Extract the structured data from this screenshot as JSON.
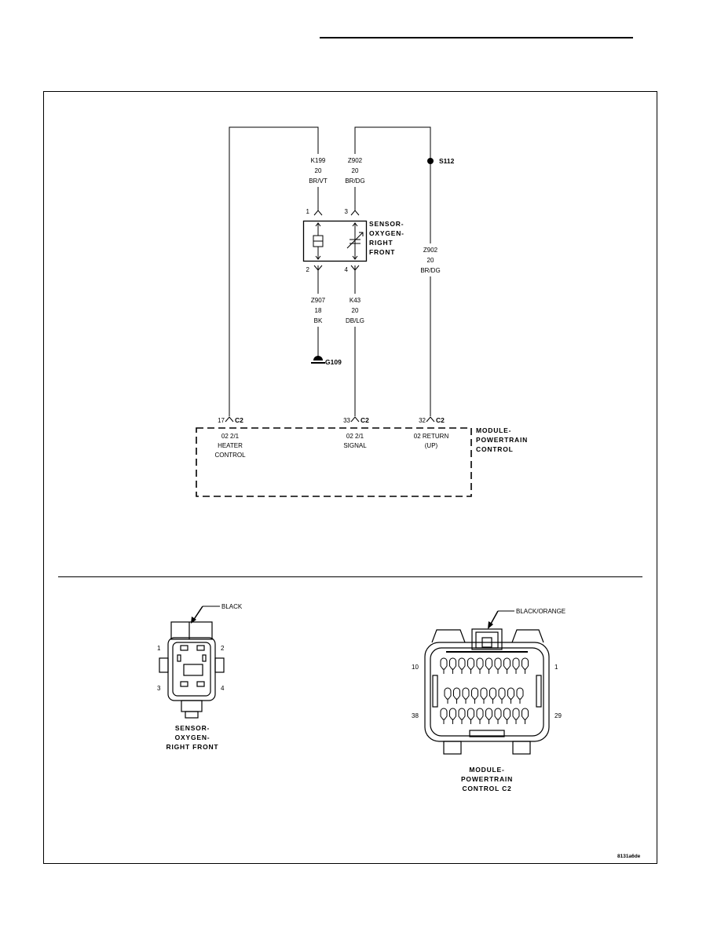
{
  "wires": {
    "k199": {
      "circuit": "K199",
      "gauge": "20",
      "color": "BR/VT"
    },
    "z902_top": {
      "circuit": "Z902",
      "gauge": "20",
      "color": "BR/DG"
    },
    "z902_right": {
      "circuit": "Z902",
      "gauge": "20",
      "color": "BR/DG"
    },
    "z907": {
      "circuit": "Z907",
      "gauge": "18",
      "color": "BK"
    },
    "k43": {
      "circuit": "K43",
      "gauge": "20",
      "color": "DB/LG"
    }
  },
  "splice": "S112",
  "ground": "G109",
  "sensor": {
    "label_lines": [
      "SENSOR-",
      "OXYGEN-",
      "RIGHT",
      "FRONT"
    ],
    "pins": [
      "1",
      "3",
      "2",
      "4"
    ]
  },
  "pcm": {
    "label_lines": [
      "MODULE-",
      "POWERTRAIN",
      "CONTROL"
    ],
    "terminals": [
      {
        "pin": "17",
        "connector": "C2",
        "desc": [
          "02 2/1",
          "HEATER",
          "CONTROL"
        ]
      },
      {
        "pin": "33",
        "connector": "C2",
        "desc": [
          "02 2/1",
          "SIGNAL"
        ]
      },
      {
        "pin": "32",
        "connector": "C2",
        "desc": [
          "02 RETURN",
          "(UP)"
        ]
      }
    ]
  },
  "connector_views": {
    "sensor": {
      "color_label": "BLACK",
      "pins": [
        "1",
        "2",
        "3",
        "4"
      ],
      "title_lines": [
        "SENSOR-",
        "OXYGEN-",
        "RIGHT FRONT"
      ]
    },
    "pcm_c2": {
      "color_label": "BLACK/ORANGE",
      "pins": [
        "10",
        "1",
        "38",
        "29"
      ],
      "title_lines": [
        "MODULE-",
        "POWERTRAIN",
        "CONTROL C2"
      ]
    }
  },
  "figure_id": "8131a6de"
}
